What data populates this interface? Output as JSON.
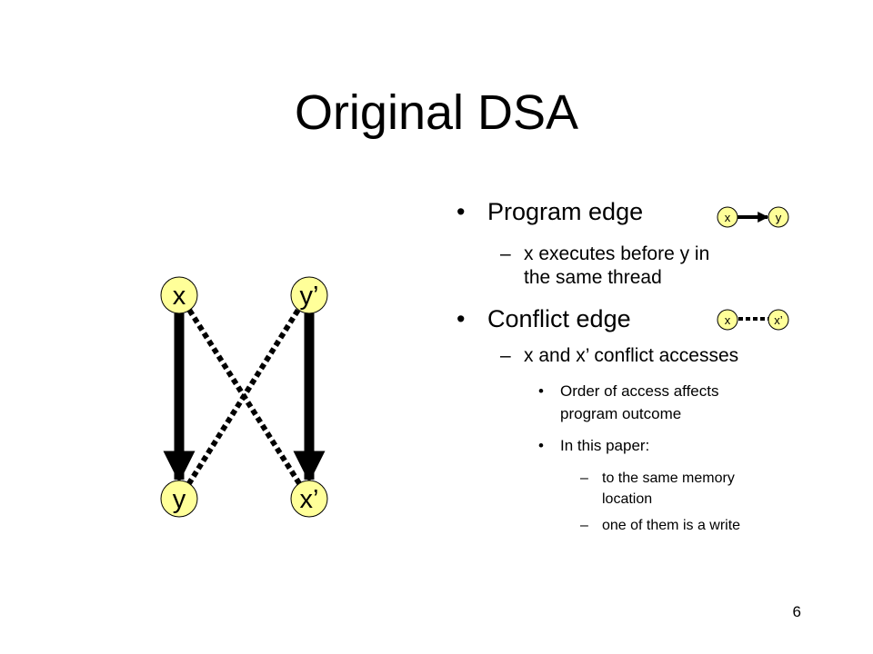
{
  "slide": {
    "title": "Original DSA",
    "page_number": "6"
  },
  "colors": {
    "node_fill": "#ffff99",
    "edge": "#000000"
  },
  "graph": {
    "nodes": {
      "x": "x",
      "y_prime": "y’",
      "y": "y",
      "x_prime": "x’"
    },
    "program_edges": [
      [
        "x",
        "y"
      ],
      [
        "y_prime",
        "x_prime"
      ]
    ],
    "conflict_edges": [
      [
        "x",
        "x_prime"
      ],
      [
        "y_prime",
        "y"
      ]
    ]
  },
  "legend": {
    "program": {
      "from": "x",
      "to": "y"
    },
    "conflict": {
      "from": "x",
      "to": "x’"
    }
  },
  "bullets": {
    "program_edge": {
      "mark": "•",
      "text": "Program edge",
      "sub_mark": "–",
      "sub_line1": "x executes before y in",
      "sub_line2": "the same thread"
    },
    "conflict_edge": {
      "mark": "•",
      "text": "Conflict edge",
      "sub_mark": "–",
      "sub": "x and x’ conflict accesses",
      "point1_mark": "•",
      "point1_line1": "Order of access affects",
      "point1_line2": "program outcome",
      "point2_mark": "•",
      "point2": "In this paper:",
      "detail1_mark": "–",
      "detail1_line1": "to the same memory",
      "detail1_line2": "location",
      "detail2_mark": "–",
      "detail2": "one of them is a write"
    }
  }
}
